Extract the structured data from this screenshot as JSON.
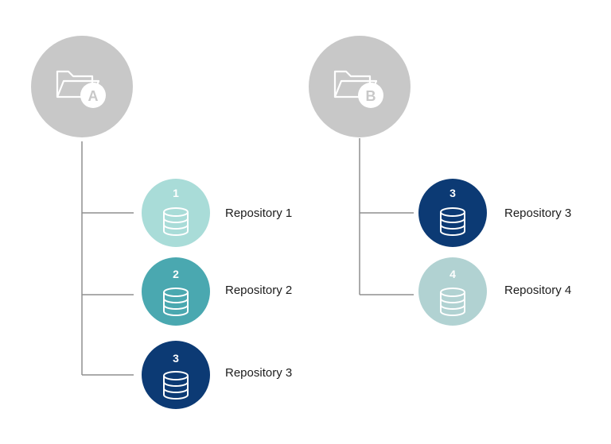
{
  "groups": [
    {
      "badge": "A",
      "folder_icon": "folder-icon",
      "repositories": [
        {
          "number": "1",
          "label": "Repository 1",
          "color": "#a9dcd8",
          "icon": "database-icon"
        },
        {
          "number": "2",
          "label": "Repository 2",
          "color": "#4aa8b0",
          "icon": "database-icon"
        },
        {
          "number": "3",
          "label": "Repository 3",
          "color": "#0c3a74",
          "icon": "database-icon"
        }
      ]
    },
    {
      "badge": "B",
      "folder_icon": "folder-icon",
      "repositories": [
        {
          "number": "3",
          "label": "Repository 3",
          "color": "#0c3a74",
          "icon": "database-icon"
        },
        {
          "number": "4",
          "label": "Repository 4",
          "color": "#b1d2d2",
          "icon": "database-icon"
        }
      ]
    }
  ],
  "colors": {
    "group_circle": "#c8c8c8",
    "connector": "#8f8f8f",
    "label_text": "#1c1c1c"
  }
}
